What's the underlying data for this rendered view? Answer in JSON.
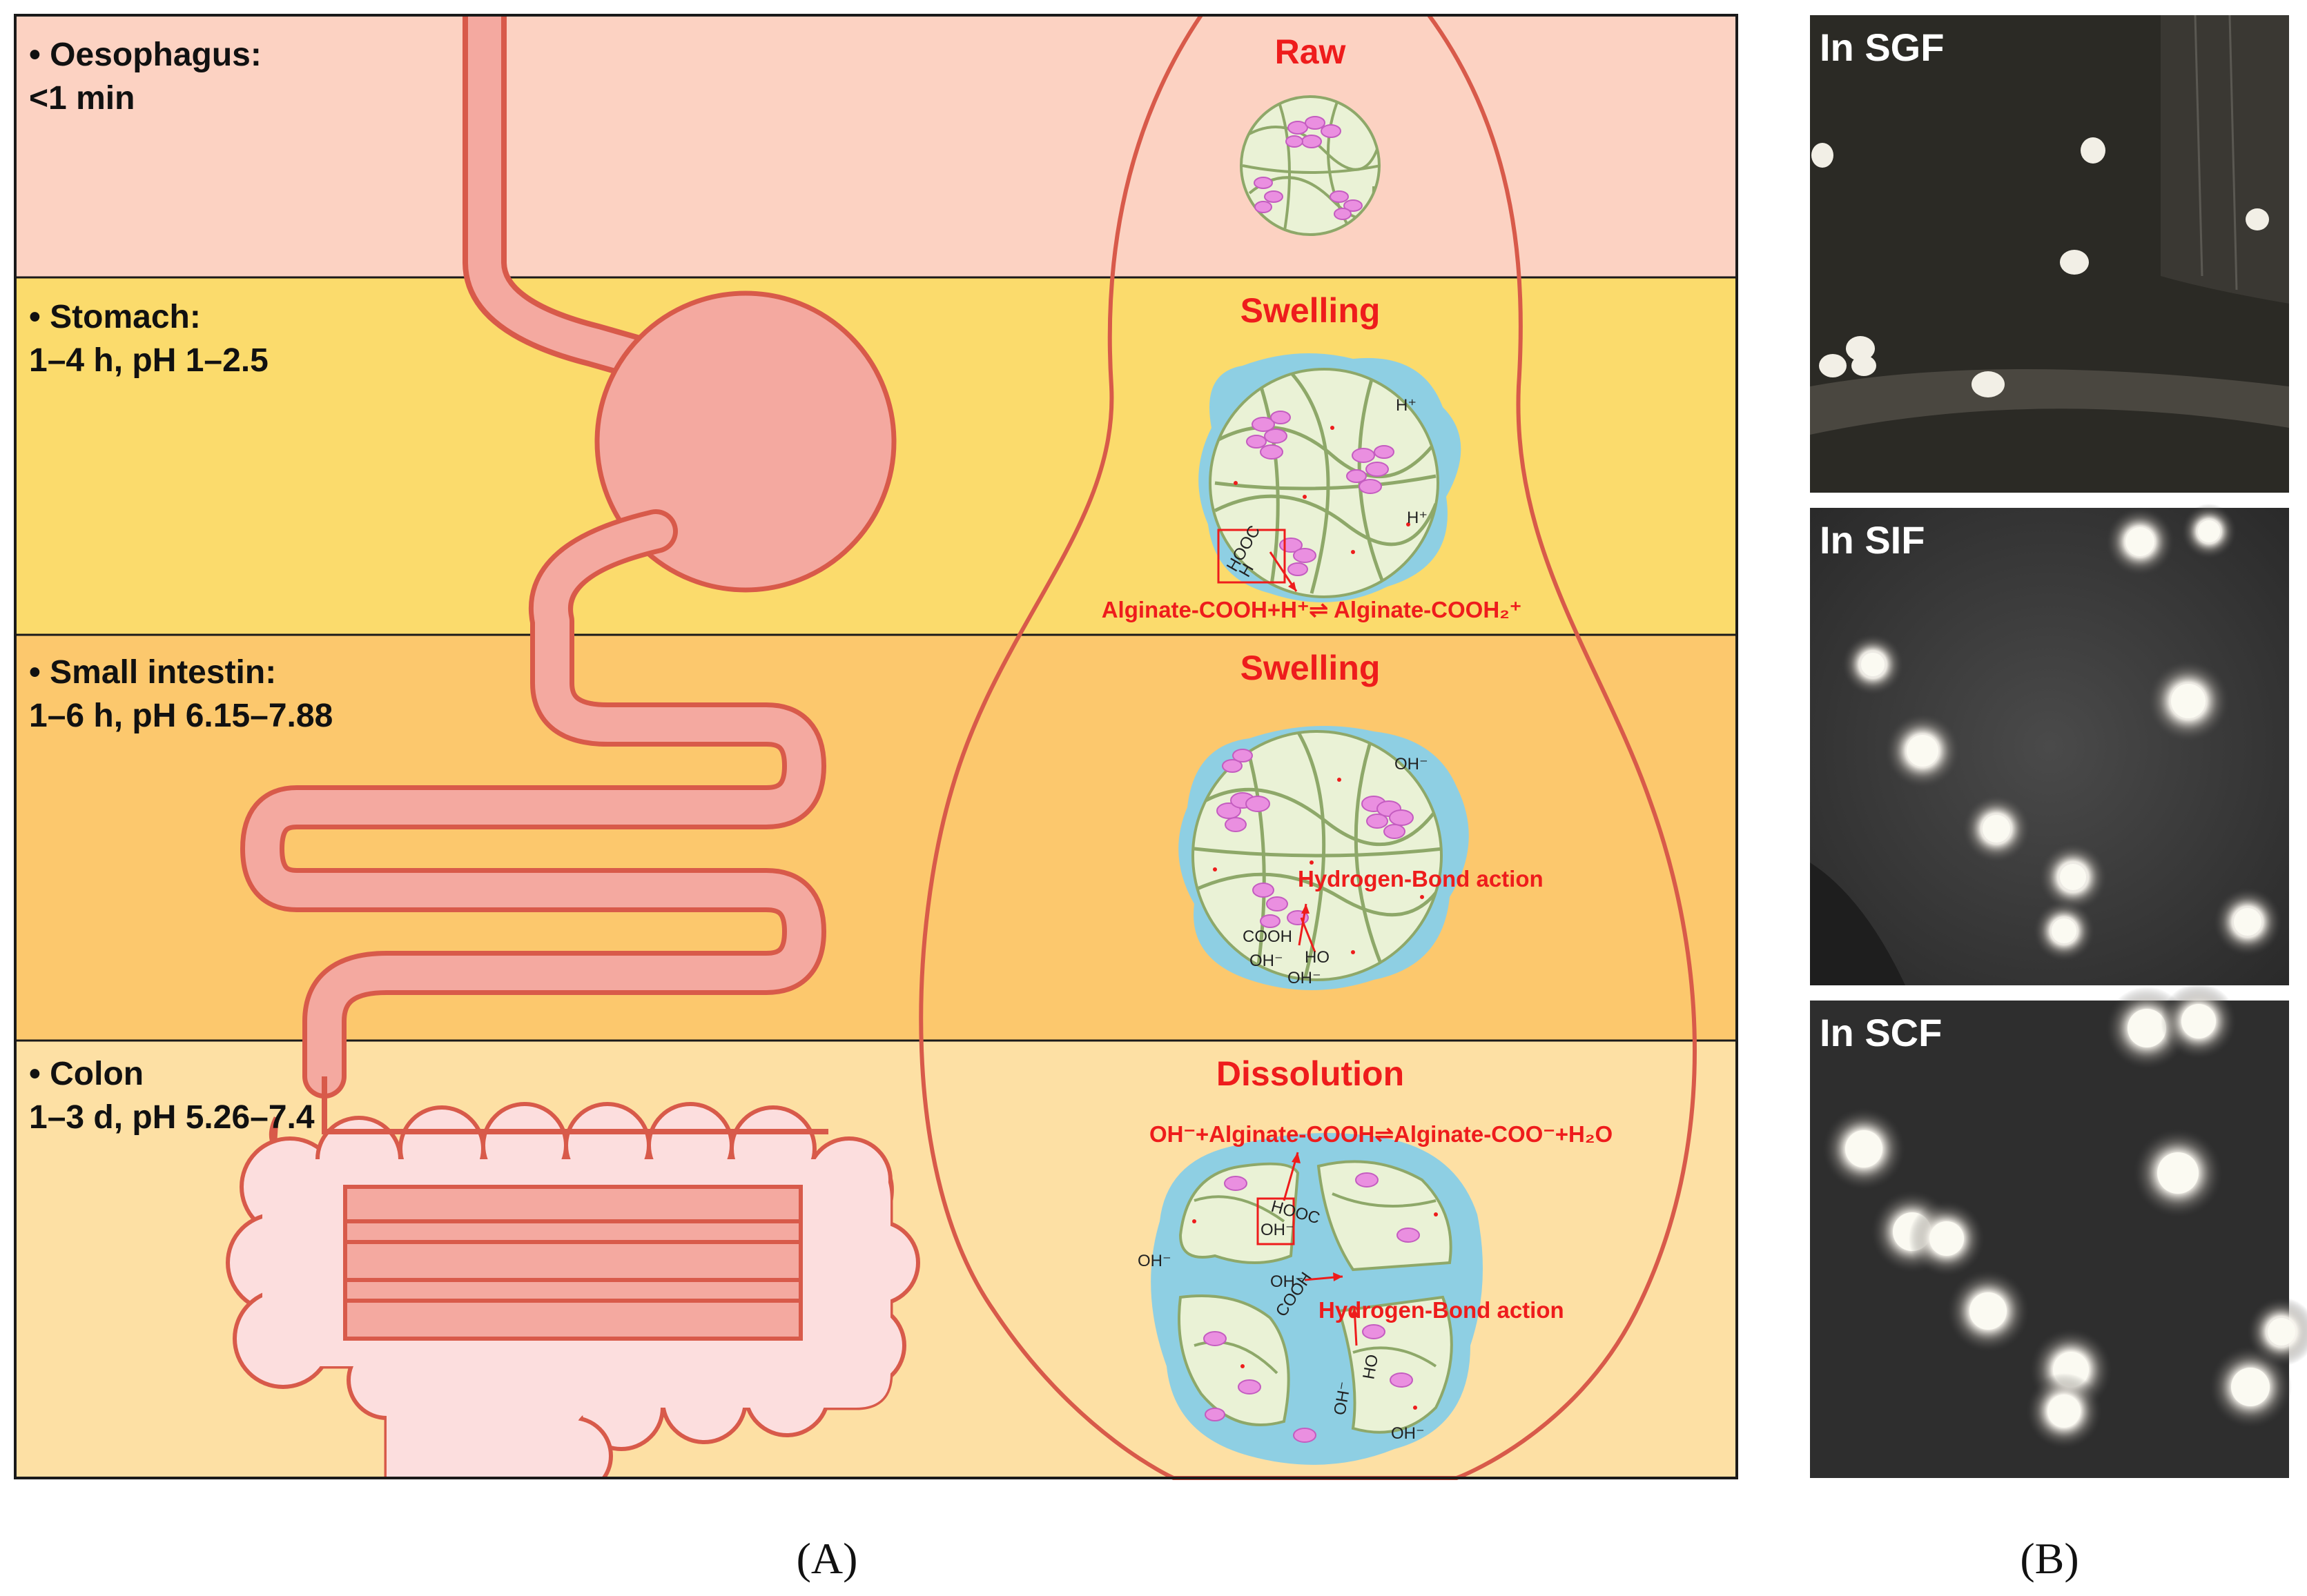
{
  "panel_a": {
    "letter": "(A)",
    "zones": [
      {
        "name": "• Oesophagus:",
        "detail": "<1 min",
        "color": "#fcd2c2"
      },
      {
        "name": "• Stomach:",
        "detail": "1–4 h, pH 1–2.5",
        "color": "#fbdb6c"
      },
      {
        "name": "• Small intestin:",
        "detail": "1–6 h, pH 6.15–7.88",
        "color": "#fcc86d"
      },
      {
        "name": "• Colon",
        "detail": "1–3 d, pH 5.26–7.4",
        "color": "#fde0a4"
      }
    ],
    "stages": [
      "Raw",
      "Swelling",
      "Swelling",
      "Dissolution"
    ],
    "stomach": {
      "equation": "Alginate-COOH+H⁺⇌ Alginate-COOH₂⁺",
      "ions": [
        "H⁺",
        "H⁺"
      ],
      "group": "HOOC",
      "h": "H"
    },
    "small_intestine": {
      "annotation": "Hydrogen-Bond action",
      "ions": [
        "OH⁻",
        "OH⁻",
        "OH⁻"
      ],
      "cooh": "COOH",
      "ho": "HO"
    },
    "colon": {
      "equation": "OH⁻+Alginate-COOH⇌Alginate-COO⁻+H₂O",
      "annotation": "Hydrogen-Bond action",
      "hooc": "HOOC",
      "ions": [
        "OH⁻",
        "OH⁻",
        "OH⁻",
        "OH⁻",
        "OH⁻"
      ],
      "cooh": "COOH",
      "ho": "HO"
    }
  },
  "panel_b": {
    "letter": "(B)",
    "photos": [
      {
        "label": "In SGF"
      },
      {
        "label": "In SIF"
      },
      {
        "label": "In SCF"
      }
    ]
  },
  "colors": {
    "tract_fill": "#f4a9a0",
    "tract_stroke": "#d85a4a",
    "colon_fill": "#fcdede",
    "gel_blue": "#8ecfe3",
    "bead_fill": "#eaf2d6",
    "network": "#8ea869",
    "bacteria": "#ea8fe0",
    "accent_red": "#ee1c1c"
  }
}
